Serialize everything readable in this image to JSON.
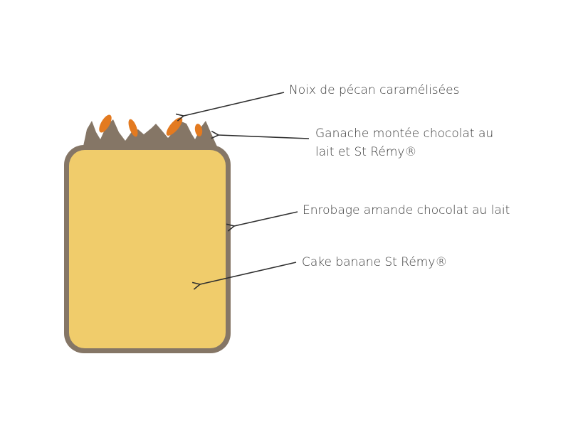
{
  "labels": {
    "pecan": "Noix de pécan caramélisées",
    "ganache_line1": "Ganache montée chocolat au",
    "ganache_line2": "lait et St Rémy®",
    "enrobage": "Enrobage amande chocolat au lait",
    "cake": "Cake banane St Rémy®"
  },
  "colors": {
    "coating": "#857666",
    "cake": "#f0cc6b",
    "pecan": "#e37a20",
    "arrow": "#2f2f2f",
    "text": "#3a3a3a"
  }
}
